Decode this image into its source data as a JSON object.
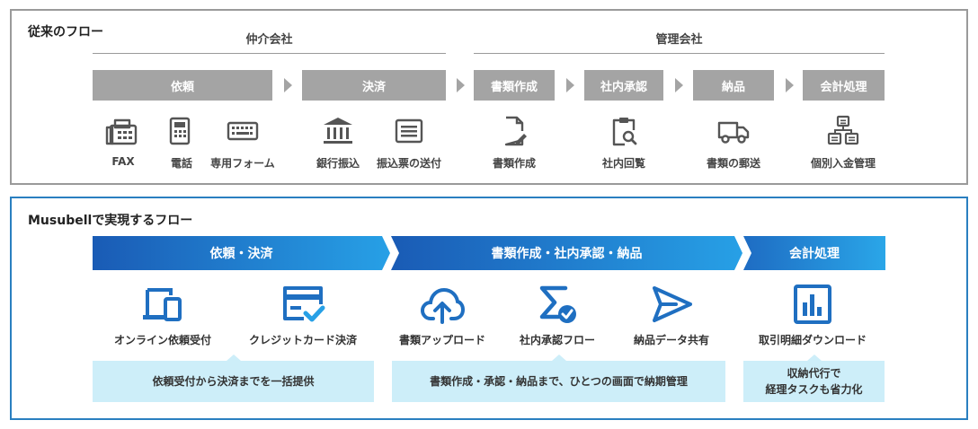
{
  "traditional": {
    "title": "従来のフロー",
    "groups": {
      "intermediary": "仲介会社",
      "management": "管理会社"
    },
    "steps": [
      "依頼",
      "決済",
      "書類作成",
      "社内承認",
      "納品",
      "会計処理"
    ],
    "tools": [
      {
        "label": "FAX",
        "icon": "fax-icon"
      },
      {
        "label": "電話",
        "icon": "phone-icon"
      },
      {
        "label": "専用フォーム",
        "icon": "keyboard-icon"
      },
      {
        "label": "銀行振込",
        "icon": "bank-icon"
      },
      {
        "label": "振込票の送付",
        "icon": "slip-icon"
      },
      {
        "label": "書類作成",
        "icon": "document-edit-icon"
      },
      {
        "label": "社内回覧",
        "icon": "clipboard-search-icon"
      },
      {
        "label": "書類の郵送",
        "icon": "truck-icon"
      },
      {
        "label": "個別入金管理",
        "icon": "ledger-icon"
      }
    ],
    "colors": {
      "bar": "#a4a4a4",
      "icon": "#555555",
      "border": "#9a9a9a"
    }
  },
  "musubell": {
    "title": "Musubellで実現するフロー",
    "bands": [
      "依頼・決済",
      "書類作成・社内承認・納品",
      "会計処理"
    ],
    "features": [
      {
        "label": "オンライン依頼受付",
        "icon": "device-icon"
      },
      {
        "label": "クレジットカード決済",
        "icon": "credit-card-check-icon"
      },
      {
        "label": "書類アップロード",
        "icon": "cloud-upload-icon"
      },
      {
        "label": "社内承認フロー",
        "icon": "sigma-check-icon"
      },
      {
        "label": "納品データ共有",
        "icon": "send-icon"
      },
      {
        "label": "取引明細ダウンロード",
        "icon": "bar-chart-icon"
      }
    ],
    "benefits": [
      {
        "line1": "依頼受付から決済までを一括提供",
        "line2": ""
      },
      {
        "line1": "書類作成・承認・納品まで、ひとつの画面で納期管理",
        "line2": ""
      },
      {
        "line1": "収納代行で",
        "line2": "経理タスクも省力化"
      }
    ],
    "colors": {
      "accent": "#1f6fc1",
      "accent_light": "#27a0e6",
      "benefit_bg": "#cdeef9",
      "border": "#2a7fc0"
    }
  }
}
